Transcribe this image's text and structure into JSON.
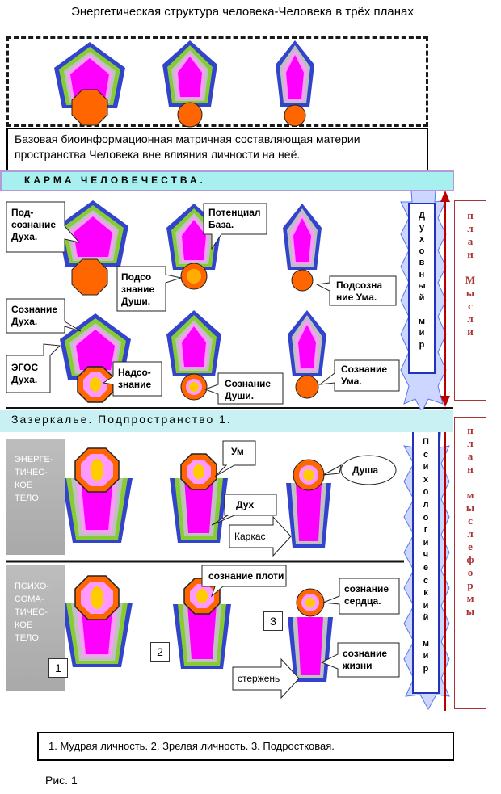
{
  "title": "Энергетическая структура человека-Человека в трёх планах",
  "description": "Базовая биоинформационная матричная составляющая материи пространства Человека вне влияния личности на неё.",
  "karma": "КАРМА ЧЕЛОВЕЧЕСТВА.",
  "zazerkalye": "Зазеркалье. Подпространство 1.",
  "callouts": {
    "podsoznanie_duha": "Под-\nсознание\nДуха.",
    "potencial": "Потенциал\nБаза.",
    "podsoznanie_dushi": "Подсо\nзнание\nДуши.",
    "podsoznanie_uma": "Подсозна\nние Ума.",
    "soznanie_duha": "Сознание\nДуха.",
    "egos_duha": "ЭГОС\nДуха.",
    "nadsoznanie": "Надсо-\nзнание",
    "soznanie_dushi": "Сознание\nДуши.",
    "soznanie_uma": "Сознание\nУма.",
    "um": "Ум",
    "dusha": "Душа",
    "duh": "Дух",
    "karkas": "Каркас",
    "soznanie_ploti": "сознание плоти",
    "soznanie_serdca": "сознание\nсердца.",
    "soznanie_zhizni": "сознание\nжизни",
    "sterzhen": "стержень"
  },
  "body_labels": {
    "energetic": "ЭНЕРГЕ-\nТИЧЕС-\nКОЕ\nТЕЛО",
    "psychosomatic": "ПСИХО-\nСОМА-\nТИЧЕС-\nКОЕ\nТЕЛО."
  },
  "numbers": [
    "1",
    "2",
    "3"
  ],
  "spiritual_world": "Д\nу\nх\nо\nв\nн\nы\nй\n\nм\nи\nр",
  "psychological_world": "П\nс\nи\nх\nо\nл\nо\nг\nи\nч\nе\nс\nк\nи\nй\n\nм\nи\nр",
  "plan_mysli": "п\nл\nа\nн\n\nМ\nы\nс\nл\nи",
  "plan_mysleformy": "п\nл\nа\nн\n\nм\nы\nс\nл\nе\nф\nо\nр\nм\nы",
  "bottom": "1. Мудрая личность. 2. Зрелая личность. 3. Подростковая.",
  "figure": "Рис. 1",
  "colors": {
    "magenta": "#ff00ff",
    "pink": "#ff99ff",
    "blue": "#3344cc",
    "green": "#88cc33",
    "gray": "#c0c0c0",
    "orange": "#ff6600",
    "yellow": "#ffcc00"
  }
}
